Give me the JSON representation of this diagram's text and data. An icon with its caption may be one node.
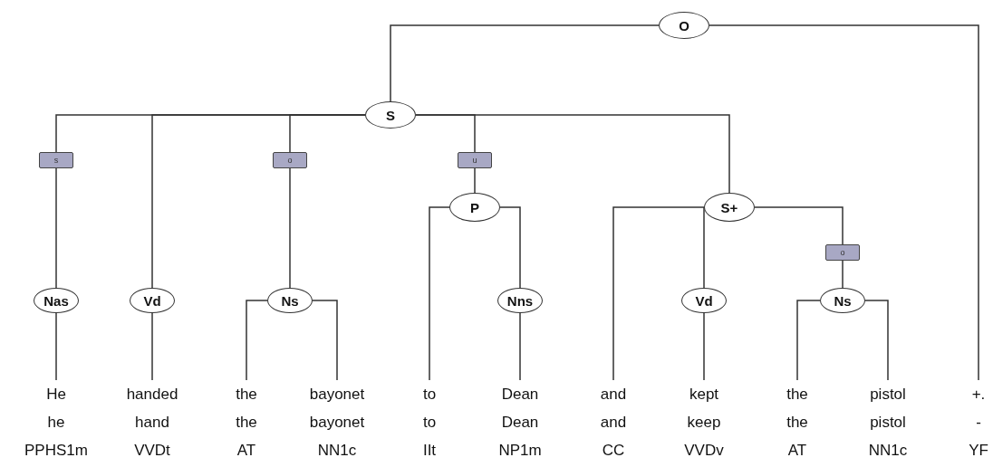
{
  "diagram": {
    "nodes": [
      {
        "text": [
          "O"
        ]
      },
      {
        "text": [
          "S"
        ]
      },
      {
        "text": [
          "s"
        ]
      },
      {
        "text": [
          "o"
        ]
      },
      {
        "text": [
          "u"
        ]
      },
      {
        "text": [
          "P"
        ]
      },
      {
        "text": [
          "S+"
        ]
      },
      {
        "text": [
          "o"
        ]
      },
      {
        "text": [
          "Nas"
        ]
      },
      {
        "text": [
          "Vd"
        ]
      },
      {
        "text": [
          "Ns"
        ]
      },
      {
        "text": [
          "Nns"
        ]
      },
      {
        "text": [
          "Vd"
        ]
      },
      {
        "text": [
          "Ns"
        ]
      },
      {
        "text": [
          "He",
          "he",
          "PPHS1m"
        ]
      },
      {
        "text": [
          "handed",
          "hand",
          "VVDt"
        ]
      },
      {
        "text": [
          "the",
          "the",
          "AT"
        ]
      },
      {
        "text": [
          "bayonet",
          "bayonet",
          "NN1c"
        ]
      },
      {
        "text": [
          "to",
          "to",
          "IIt"
        ]
      },
      {
        "text": [
          "Dean",
          "Dean",
          "NP1m"
        ]
      },
      {
        "text": [
          "and",
          "and",
          "CC"
        ]
      },
      {
        "text": [
          "kept",
          "keep",
          "VVDv"
        ]
      },
      {
        "text": [
          "the",
          "the",
          "AT"
        ]
      },
      {
        "text": [
          "pistol",
          "pistol",
          "NN1c"
        ]
      },
      {
        "text": [
          "+.",
          "-",
          "YF"
        ]
      }
    ],
    "edges": [
      {
        "from": 0,
        "to": 1,
        "arrow": "none"
      },
      {
        "from": 0,
        "to": 24,
        "arrow": "none"
      },
      {
        "from": 1,
        "to": 2,
        "arrow": "none"
      },
      {
        "from": 1,
        "to": 9,
        "arrow": "none"
      },
      {
        "from": 1,
        "to": 3,
        "arrow": "none"
      },
      {
        "from": 1,
        "to": 4,
        "arrow": "none"
      },
      {
        "from": 1,
        "to": 6,
        "arrow": "none"
      },
      {
        "from": 2,
        "to": 8,
        "arrow": "none"
      },
      {
        "from": 3,
        "to": 10,
        "arrow": "none"
      },
      {
        "from": 4,
        "to": 5,
        "arrow": "none"
      },
      {
        "from": 5,
        "to": 18,
        "arrow": "none"
      },
      {
        "from": 5,
        "to": 11,
        "arrow": "none"
      },
      {
        "from": 6,
        "to": 20,
        "arrow": "none"
      },
      {
        "from": 6,
        "to": 12,
        "arrow": "none"
      },
      {
        "from": 6,
        "to": 7,
        "arrow": "none"
      },
      {
        "from": 7,
        "to": 13,
        "arrow": "none"
      },
      {
        "from": 8,
        "to": 14,
        "arrow": "none"
      },
      {
        "from": 9,
        "to": 15,
        "arrow": "none"
      },
      {
        "from": 10,
        "to": 16,
        "arrow": "none"
      },
      {
        "from": 10,
        "to": 17,
        "arrow": "none"
      },
      {
        "from": 11,
        "to": 19,
        "arrow": "none"
      },
      {
        "from": 12,
        "to": 21,
        "arrow": "none"
      },
      {
        "from": 13,
        "to": 22,
        "arrow": "none"
      },
      {
        "from": 13,
        "to": 23,
        "arrow": "none"
      }
    ]
  }
}
